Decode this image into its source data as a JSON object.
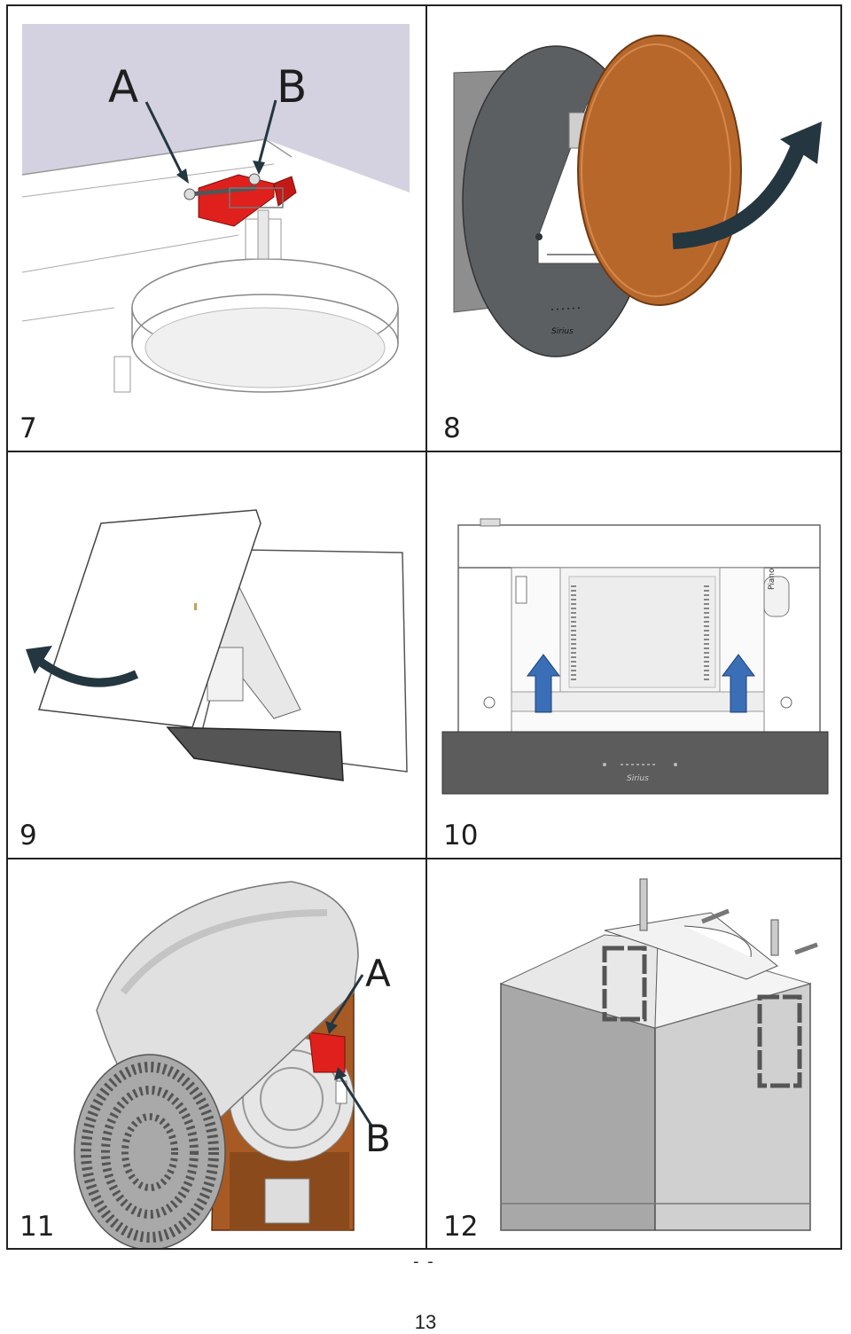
{
  "steps": [
    {
      "number": "7",
      "labels": [
        "A",
        "B"
      ]
    },
    {
      "number": "8",
      "labels": []
    },
    {
      "number": "9",
      "labels": []
    },
    {
      "number": "10",
      "labels": []
    },
    {
      "number": "11",
      "labels": [
        "A",
        "B"
      ]
    },
    {
      "number": "12",
      "labels": []
    }
  ],
  "brand_text": "Sirius",
  "side_label": "Piano",
  "footer_dashes": "- -",
  "page_number": "13",
  "colors": {
    "clamp_red": "#e0201c",
    "door_copper": "#b8672b",
    "arrow_dark": "#243640",
    "arrow_blue": "#3a6fb8",
    "panel_grey": "#5c5f62",
    "wall_lilac": "#d4d2e0"
  }
}
